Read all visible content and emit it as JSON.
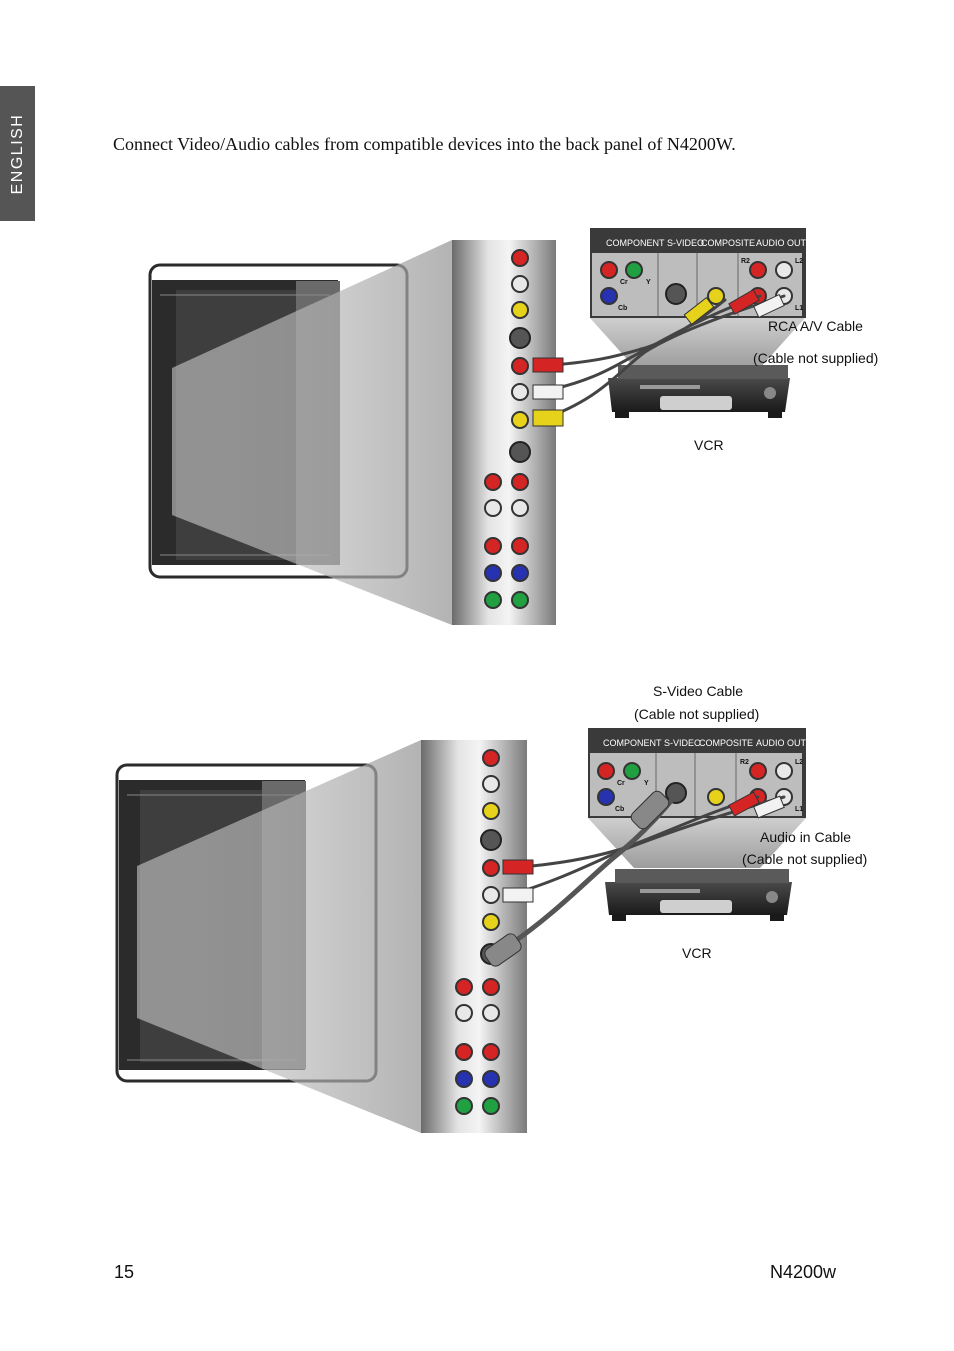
{
  "side_tab": {
    "label": "ENGLISH"
  },
  "intro": {
    "text": "Connect Video/Audio cables from compatible devices into the back panel of N4200W."
  },
  "panel_labels": {
    "component": "COMPONENT",
    "svideo": "S-VIDEO",
    "composite": "COMPOSITE",
    "audio_out": "AUDIO OUT",
    "cr": "Cr",
    "y": "Y",
    "cb": "Cb",
    "r2": "R2",
    "l2": "L2",
    "l1": "L1"
  },
  "figure1": {
    "cable_label": "RCA A/V Cable",
    "cable_note": "(Cable not supplied)",
    "device_label": "VCR"
  },
  "figure2": {
    "svideo_cable_label": "S-Video Cable",
    "svideo_cable_note": "(Cable not supplied)",
    "audio_cable_label": "Audio in Cable",
    "audio_cable_note": "(Cable not supplied)",
    "device_label": "VCR"
  },
  "colors": {
    "jack_red": "#d42424",
    "jack_white": "#e8e8e8",
    "jack_yellow": "#e6d21a",
    "jack_blue": "#2632b0",
    "jack_green": "#20a040",
    "panel_dark": "#3a3a3a",
    "tv_body": "#2b2b2b"
  },
  "footer": {
    "page_number": "15",
    "model": "N4200w"
  }
}
